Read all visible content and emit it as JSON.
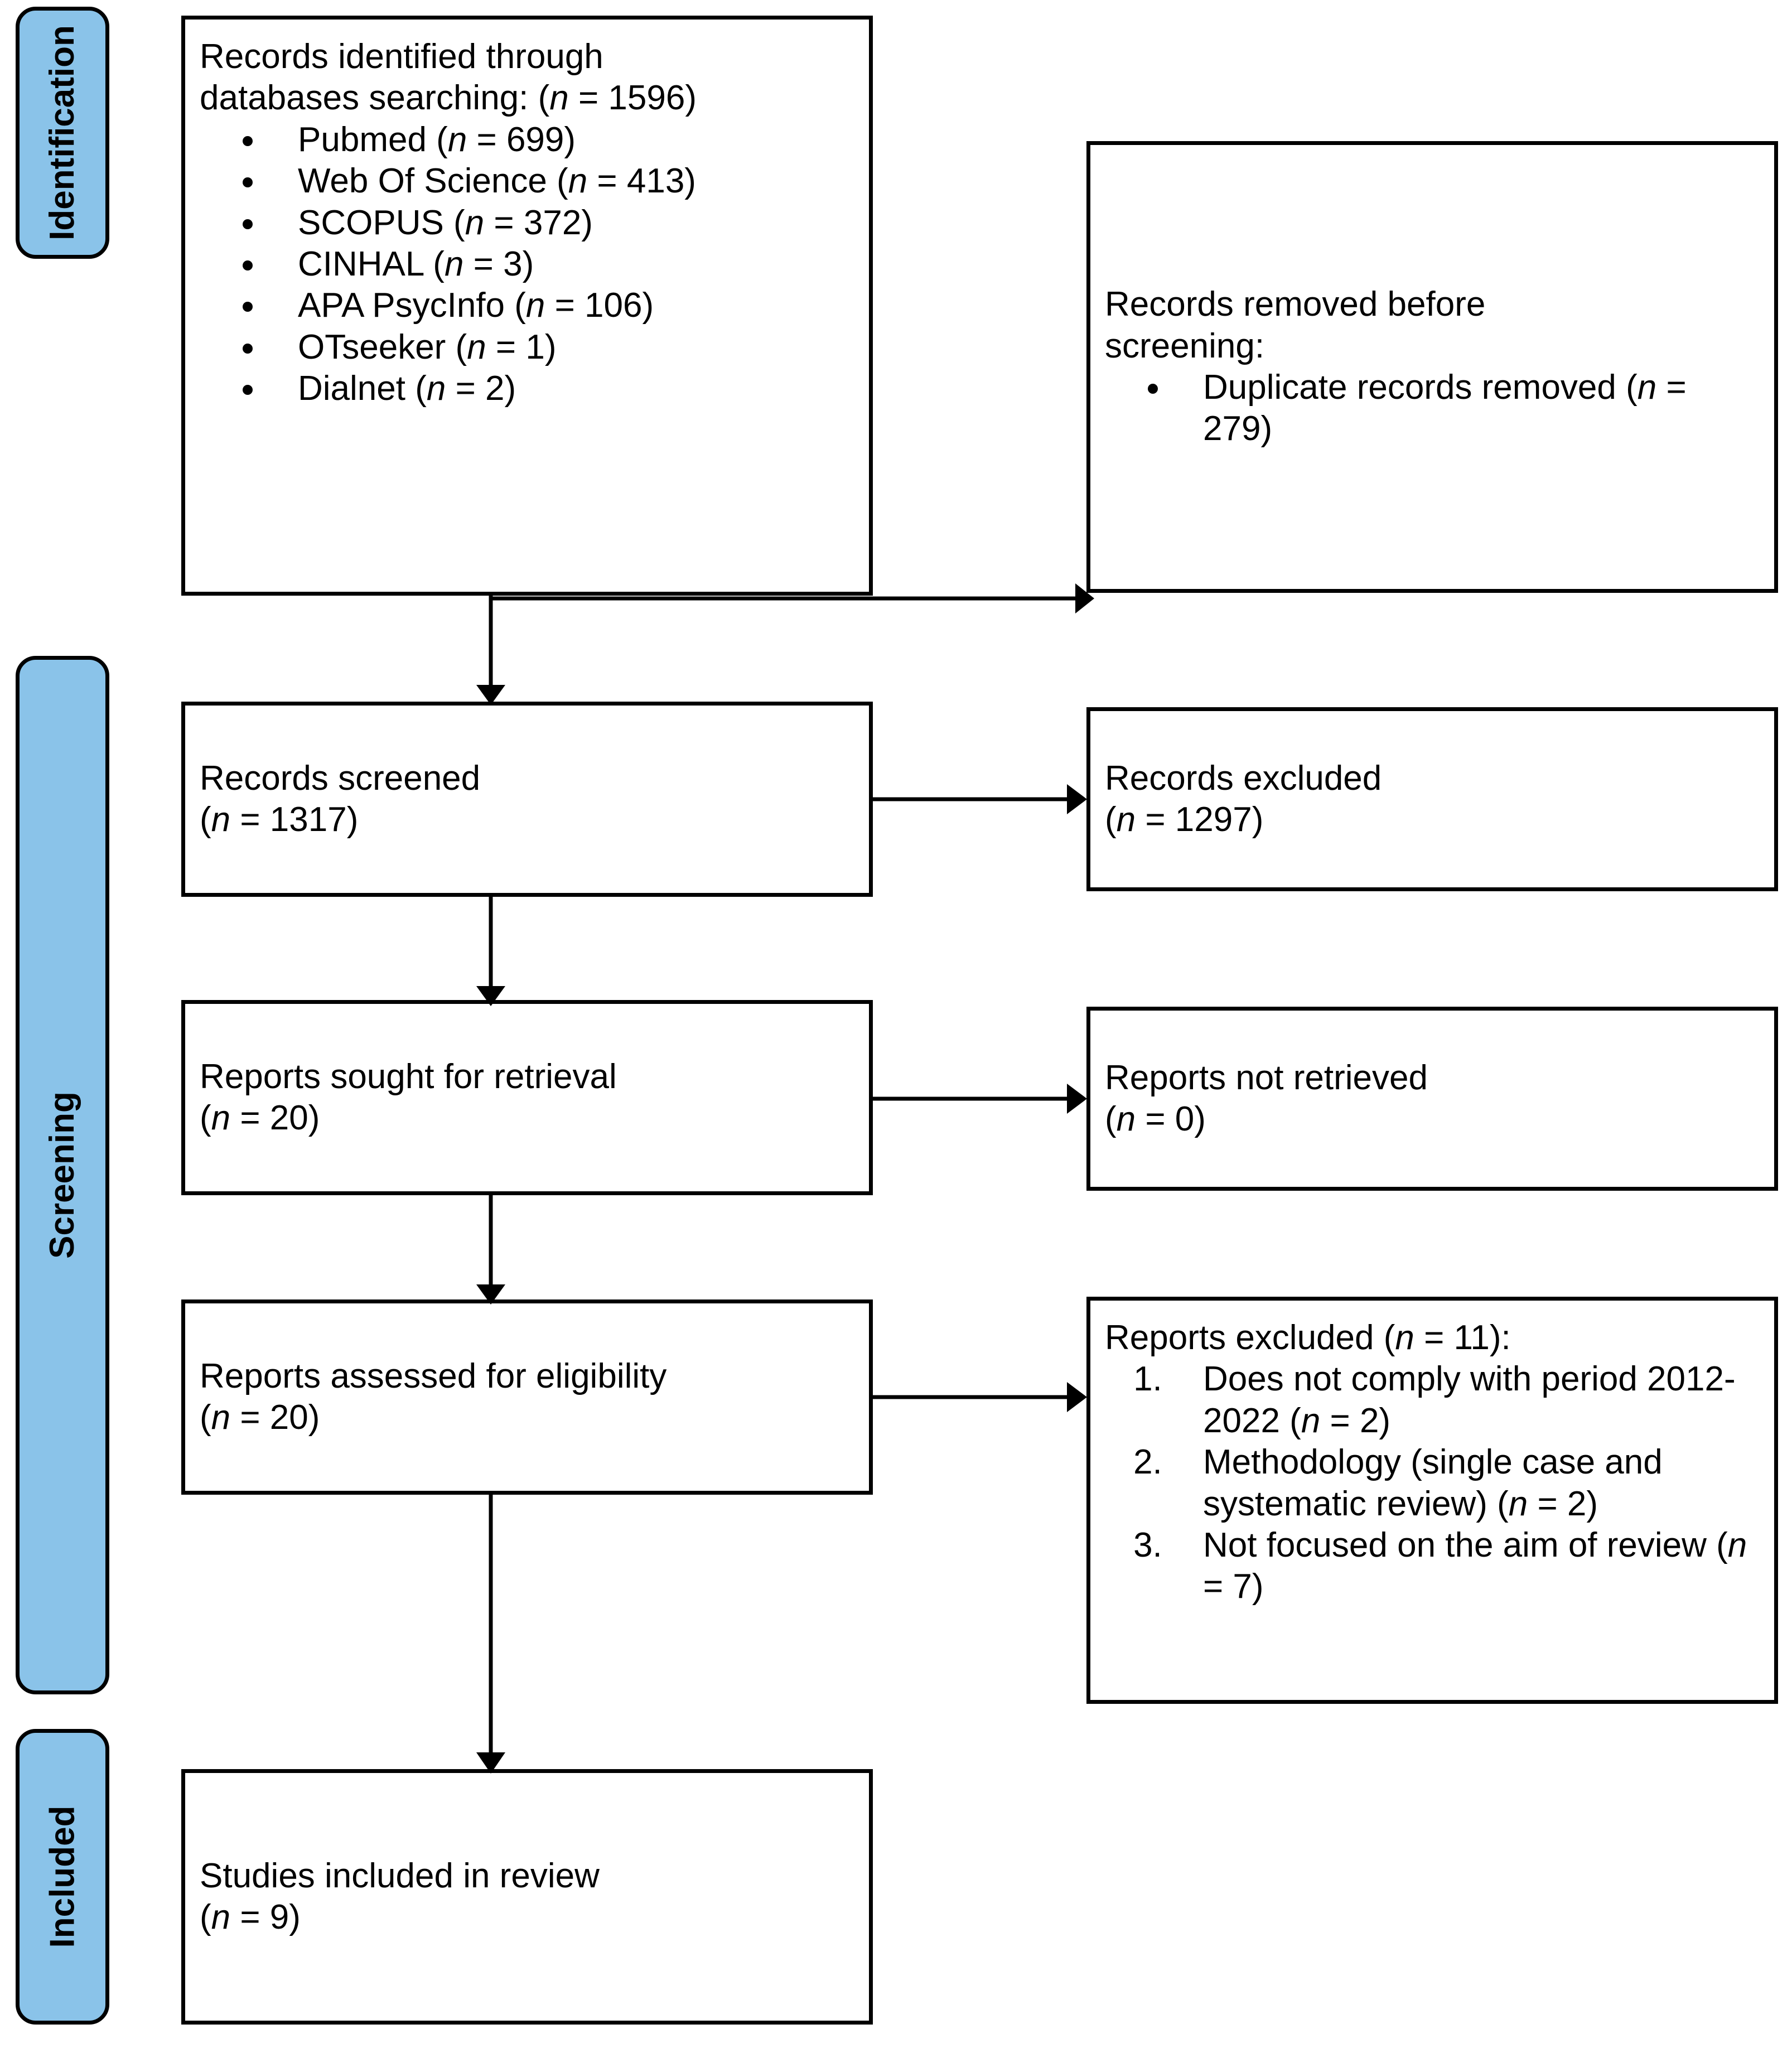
{
  "diagram": {
    "type": "PRISMA 2020 flow diagram",
    "accent_color": "#8AC3E9",
    "border_color": "#000000",
    "background_color": "#FFFFFF"
  },
  "stages": [
    {
      "key": "identification",
      "label": "Identification"
    },
    {
      "key": "screening",
      "label": "Screening"
    },
    {
      "key": "included",
      "label": "Included"
    }
  ],
  "boxes": {
    "records_identified": {
      "heading_line1": "Records identified through",
      "heading_line2": "databases searching: (n = 1596)",
      "sources": [
        "Pubmed (n = 699)",
        "Web Of Science (n = 413)",
        "SCOPUS (n = 372)",
        "CINHAL (n = 3)",
        "APA PsycInfo (n = 106)",
        "OTseeker (n = 1)",
        "Dialnet (n = 2)"
      ]
    },
    "records_removed": {
      "heading_line1": "Records removed before",
      "heading_line2": "screening:",
      "items": [
        "Duplicate records removed (n = 279)"
      ]
    },
    "records_screened": {
      "line1": "Records screened",
      "line2": "(n = 1317)"
    },
    "records_excluded": {
      "line1": "Records excluded",
      "line2": "(n = 1297)"
    },
    "reports_sought": {
      "line1": "Reports sought for retrieval",
      "line2": "(n = 20)"
    },
    "reports_not_retrieved": {
      "line1": "Reports not retrieved",
      "line2": "(n = 0)"
    },
    "reports_assessed": {
      "line1": "Reports assessed for eligibility",
      "line2": "(n = 20)"
    },
    "reports_excluded": {
      "heading": "Reports excluded (n = 11):",
      "reasons": [
        "Does not comply with period 2012-2022 (n = 2)",
        "Methodology (single case and systematic review) (n = 2)",
        "Not focused on the aim of review (n = 7)"
      ]
    },
    "studies_included": {
      "line1": "Studies included in review",
      "line2": "(n = 9)"
    }
  },
  "counts": {
    "identified_total": 1596,
    "pubmed": 699,
    "web_of_science": 413,
    "scopus": 372,
    "cinhal": 3,
    "apa_psycinfo": 106,
    "otseeker": 1,
    "dialnet": 2,
    "duplicates_removed": 279,
    "screened": 1317,
    "excluded_screening": 1297,
    "sought_for_retrieval": 20,
    "not_retrieved": 0,
    "assessed_for_eligibility": 20,
    "reports_excluded_total": 11,
    "excluded_period": 2,
    "excluded_methodology": 2,
    "excluded_aim": 7,
    "studies_included": 9
  }
}
